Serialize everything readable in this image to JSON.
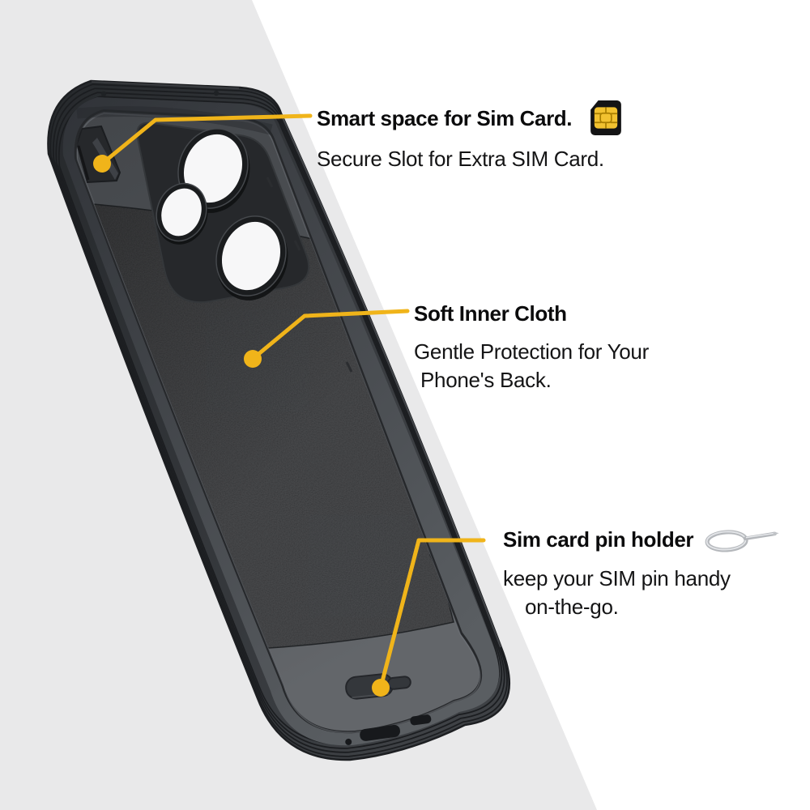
{
  "colors": {
    "accent_yellow": "#F0B41A",
    "sim_chip_gold": "#F2C230",
    "background_gray": "#E9E9EA",
    "background_white": "#FFFFFF",
    "case_body": "#33363A",
    "text_primary": "#0D0D0D"
  },
  "annotations": [
    {
      "id": "sim-card-space",
      "title": "Smart space for Sim Card.",
      "subtitle_lines": [
        "Secure Slot for Extra SIM Card."
      ],
      "icon": "sim-card-icon"
    },
    {
      "id": "soft-inner-cloth",
      "title": "Soft Inner Cloth",
      "subtitle_lines": [
        "Gentle Protection for Your",
        "Phone's Back."
      ],
      "icon": ""
    },
    {
      "id": "sim-pin-holder",
      "title": "Sim card pin holder",
      "subtitle_lines": [
        "keep your SIM pin handy",
        "on-the-go."
      ],
      "icon": "sim-ejector-pin-icon"
    }
  ]
}
